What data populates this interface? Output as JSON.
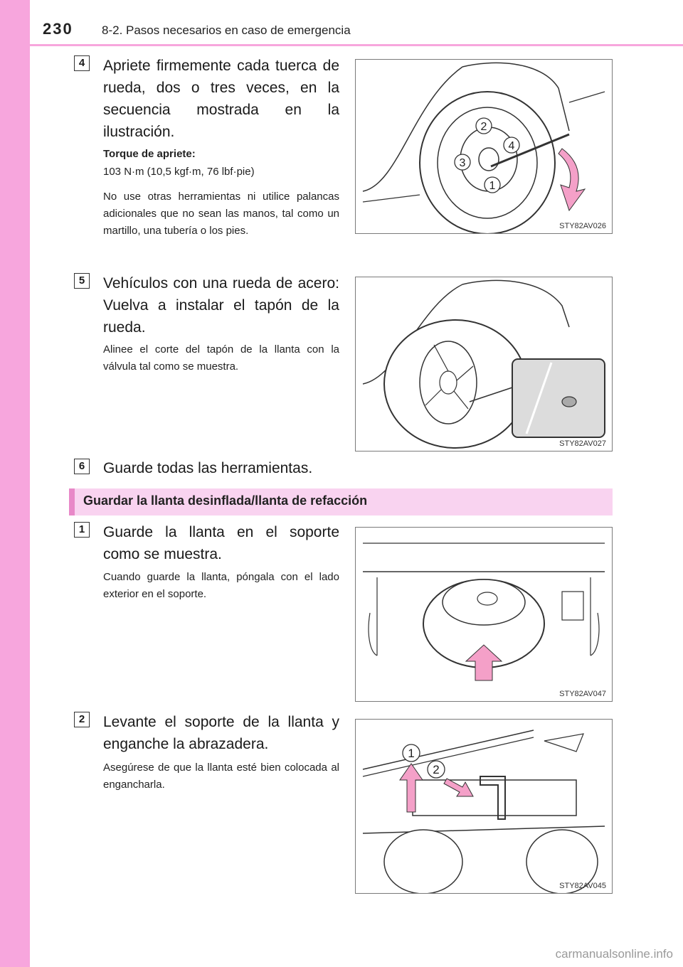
{
  "header": {
    "page_number": "230",
    "section_title": "8-2. Pasos necesarios en caso de emergencia"
  },
  "steps_a": [
    {
      "number": "4",
      "main": "Apriete firmemente cada tuerca de rueda, dos o tres veces, en la secuencia mostrada en la ilustración.",
      "torque_label": "Torque de apriete:",
      "torque_value": "103 N·m (10,5 kgf·m, 76 lbf·pie)",
      "note": "No use otras herramientas ni utilice palancas adicionales que no sean las manos, tal como un martillo, una tubería o los pies.",
      "figure_code": "STY82AV026",
      "figure_callouts": [
        "1",
        "2",
        "3",
        "4"
      ]
    },
    {
      "number": "5",
      "main": "Vehículos con una rueda de acero: Vuelva a instalar el tapón de la rueda.",
      "note": "Alinee el corte del tapón de la llanta con la válvula tal como se muestra.",
      "figure_code": "STY82AV027"
    },
    {
      "number": "6",
      "main": "Guarde todas las herramientas."
    }
  ],
  "subsection": {
    "title": "Guardar la llanta desinflada/llanta de refacción"
  },
  "steps_b": [
    {
      "number": "1",
      "main": "Guarde la llanta en el soporte como se muestra.",
      "note": "Cuando guarde la llanta, póngala con el lado exterior en el soporte.",
      "figure_code": "STY82AV047"
    },
    {
      "number": "2",
      "main": "Levante el soporte de la llanta y enganche la abrazadera.",
      "note": "Asegúrese de que la llanta esté bien colocada al engancharla.",
      "figure_code": "STY82AV045",
      "figure_callouts": [
        "1",
        "2"
      ]
    }
  ],
  "watermark": "carmanualsonline.info",
  "colors": {
    "accent_band": "#f7a6dd",
    "subsection_bg": "#f9d3f0",
    "arrow_pink": "#f4a0c8"
  }
}
